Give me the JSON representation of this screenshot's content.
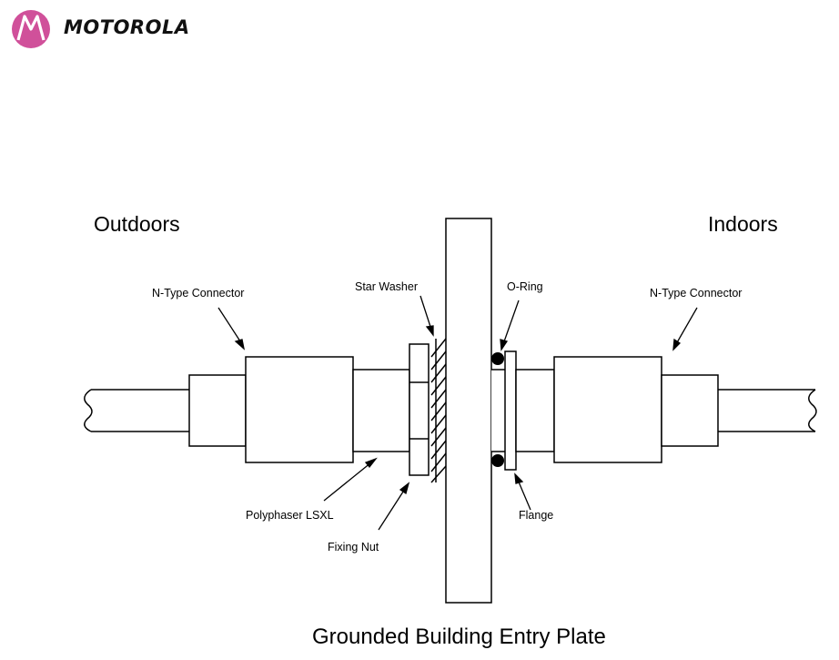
{
  "logo": {
    "brand": "MOTOROLA",
    "icon": "motorola-batwing-icon",
    "brand_color": "#d0509a"
  },
  "labels": {
    "outdoors": "Outdoors",
    "indoors": "Indoors",
    "n_type_left": "N-Type Connector",
    "star_washer": "Star Washer",
    "o_ring": "O-Ring",
    "n_type_right": "N-Type Connector",
    "polyphaser": "Polyphaser LSXL",
    "flange": "Flange",
    "fixing_nut": "Fixing Nut",
    "title": "Grounded Building Entry Plate"
  }
}
